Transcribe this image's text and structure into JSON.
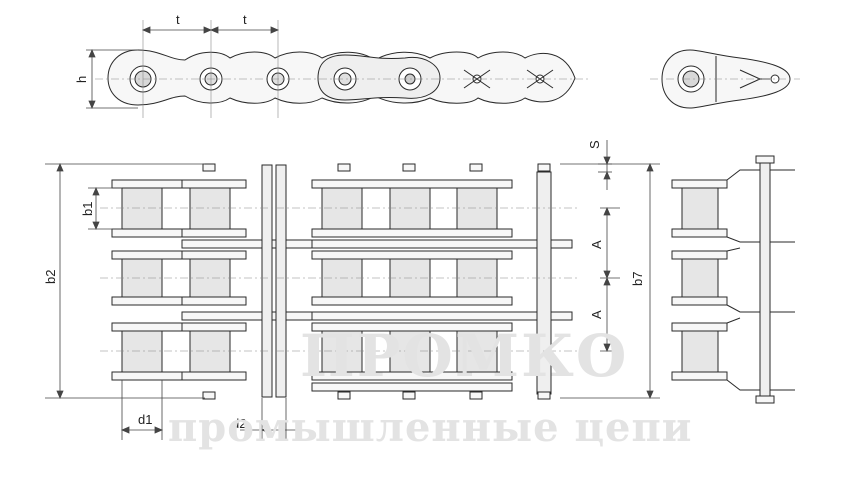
{
  "watermark": {
    "brand": "ПРОМКО",
    "tagline": "промышленные цепи"
  },
  "labels": {
    "pitch_1": "t",
    "pitch_2": "t",
    "height": "h",
    "spacing": "S",
    "inner_width": "b1",
    "width": "b2",
    "pin_length": "b7",
    "strand_1": "A",
    "strand_2": "A",
    "roller_dia": "d1",
    "pin_dia": "d2"
  },
  "colors": {
    "line": "#2a2a2a",
    "plate_fill": "#f7f7f7",
    "roller_fill": "#e6e6e6",
    "dim": "#444444",
    "watermark": "#e3e3e3"
  }
}
